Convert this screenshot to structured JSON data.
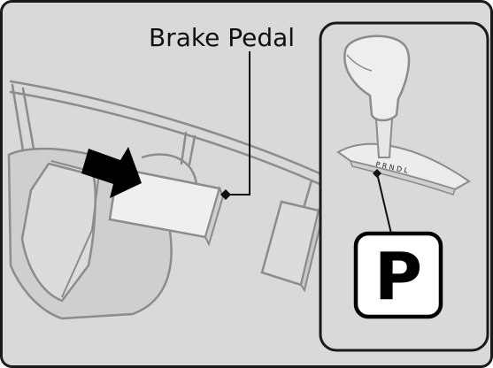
{
  "labels": {
    "brake_pedal": "Brake Pedal",
    "gear_position": "P",
    "gate_letters": "P R N D L"
  },
  "colors": {
    "background": "#d9d9d9",
    "border": "#1a1a1a",
    "line_art": "#8c8c8c",
    "pedal_fill": "#efefef",
    "arrow": "#000000",
    "inset_fill": "#d9d9d9"
  },
  "icons": {
    "push_arrow": "right-arrow-icon",
    "gear_badge": "rounded-square-badge"
  }
}
